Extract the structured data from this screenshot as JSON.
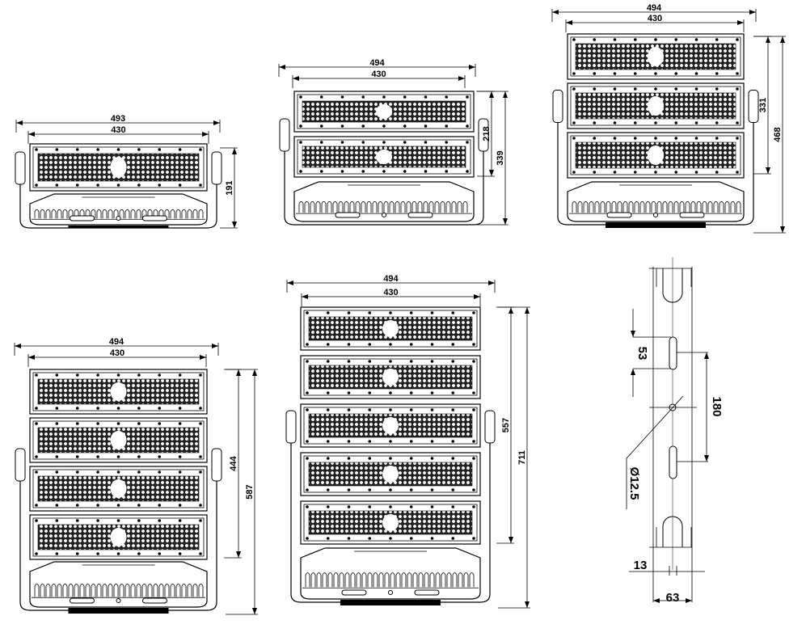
{
  "drawing": {
    "fixtures": [
      {
        "name": "fixture-1-module",
        "modules": 1,
        "overall_width": "493",
        "panel_width": "430",
        "heights": [
          "191"
        ]
      },
      {
        "name": "fixture-2-module",
        "modules": 2,
        "overall_width": "494",
        "panel_width": "430",
        "heights": [
          "218",
          "339"
        ]
      },
      {
        "name": "fixture-3-module",
        "modules": 3,
        "overall_width": "494",
        "panel_width": "430",
        "heights": [
          "331",
          "468"
        ]
      },
      {
        "name": "fixture-4-module",
        "modules": 4,
        "overall_width": "494",
        "panel_width": "430",
        "heights": [
          "444",
          "587"
        ]
      },
      {
        "name": "fixture-5-module",
        "modules": 5,
        "overall_width": "494",
        "panel_width": "430",
        "heights": [
          "557",
          "711"
        ]
      }
    ],
    "bracket": {
      "slot_length": "53",
      "slot_spacing": "180",
      "hole_diameter": "Ø12.5",
      "slot_width": "13",
      "bracket_width": "63"
    }
  },
  "colors": {
    "line": "#000000",
    "background": "#ffffff"
  }
}
